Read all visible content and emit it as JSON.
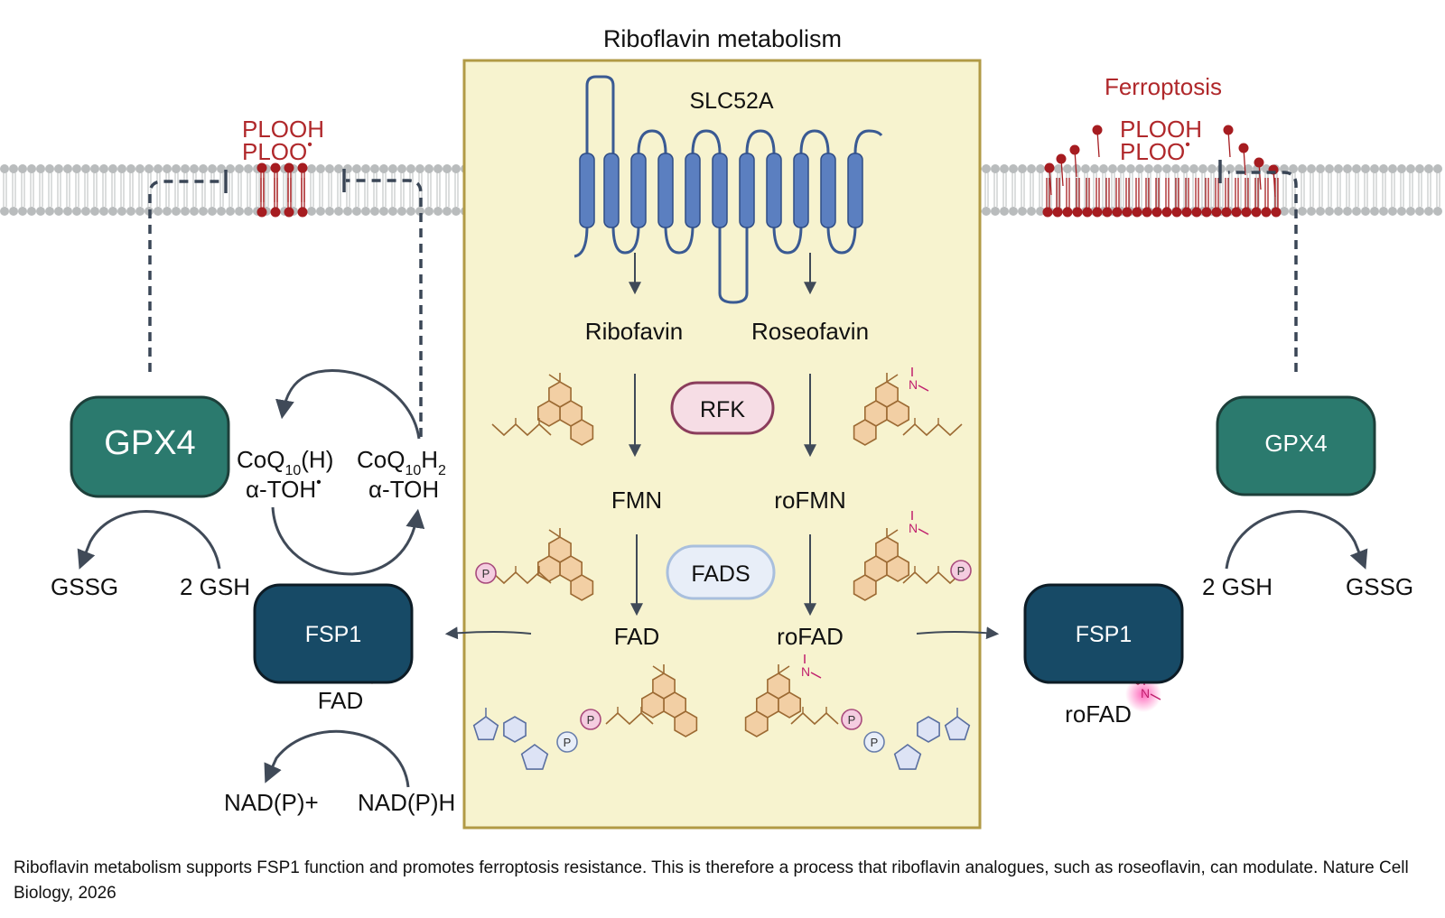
{
  "title": "Riboflavin metabolism",
  "transporter": "SLC52A",
  "ferroptosis": "Ferroptosis",
  "lipids": {
    "plooh": "PLOOH",
    "ploo": "PLOO",
    "radical": "•"
  },
  "center": {
    "left_col": {
      "substrate": "Ribofavin",
      "mono": "FMN",
      "di": "FAD"
    },
    "right_col": {
      "substrate": "Roseofavin",
      "mono": "roFMN",
      "di": "roFAD"
    },
    "enzyme1": "RFK",
    "enzyme2": "FADS"
  },
  "phosphate": "P",
  "methyl_amine": "N",
  "left_side": {
    "gpx4": "GPX4",
    "fsp1": "FSP1",
    "cofactor": "FAD",
    "coq_ox": {
      "main": "CoQ",
      "sub": "10",
      "tail": "(H)"
    },
    "coq_red": {
      "main": "CoQ",
      "sub": "10",
      "tail": "H",
      "tail_sub": "2"
    },
    "toh_rad": "α-TOH",
    "toh": "α-TOH",
    "gssg": "GSSG",
    "gsh": "2 GSH",
    "nadp": "NAD(P)+",
    "nadph": "NAD(P)H"
  },
  "right_side": {
    "gpx4": "GPX4",
    "fsp1": "FSP1",
    "cofactor": "roFAD",
    "gssg": "GSSG",
    "gsh": "2 GSH"
  },
  "caption": "Riboflavin metabolism supports FSP1 function and promotes ferroptosis resistance. This is therefore a process that riboflavin analogues, such as roseoflavin, can modulate. Nature Cell Biology, 2026",
  "colors": {
    "panel_fill": "#f7f3cf",
    "panel_border": "#b19a45",
    "gpx4": "#2b7a6e",
    "fsp1": "#174a66",
    "membrane": "#b9bcbd",
    "oxidized_lipid": "#a61c20",
    "transporter": "#5b7fc0",
    "flavin": "#f2cfa4",
    "flavin_stroke": "#9c6a33",
    "adenosine": "#dde3f5",
    "rfk_fill": "#f6dde5",
    "rfk_border": "#8b3d5c",
    "fads_fill": "#e8eef8",
    "fads_border": "#a9bfdd"
  }
}
